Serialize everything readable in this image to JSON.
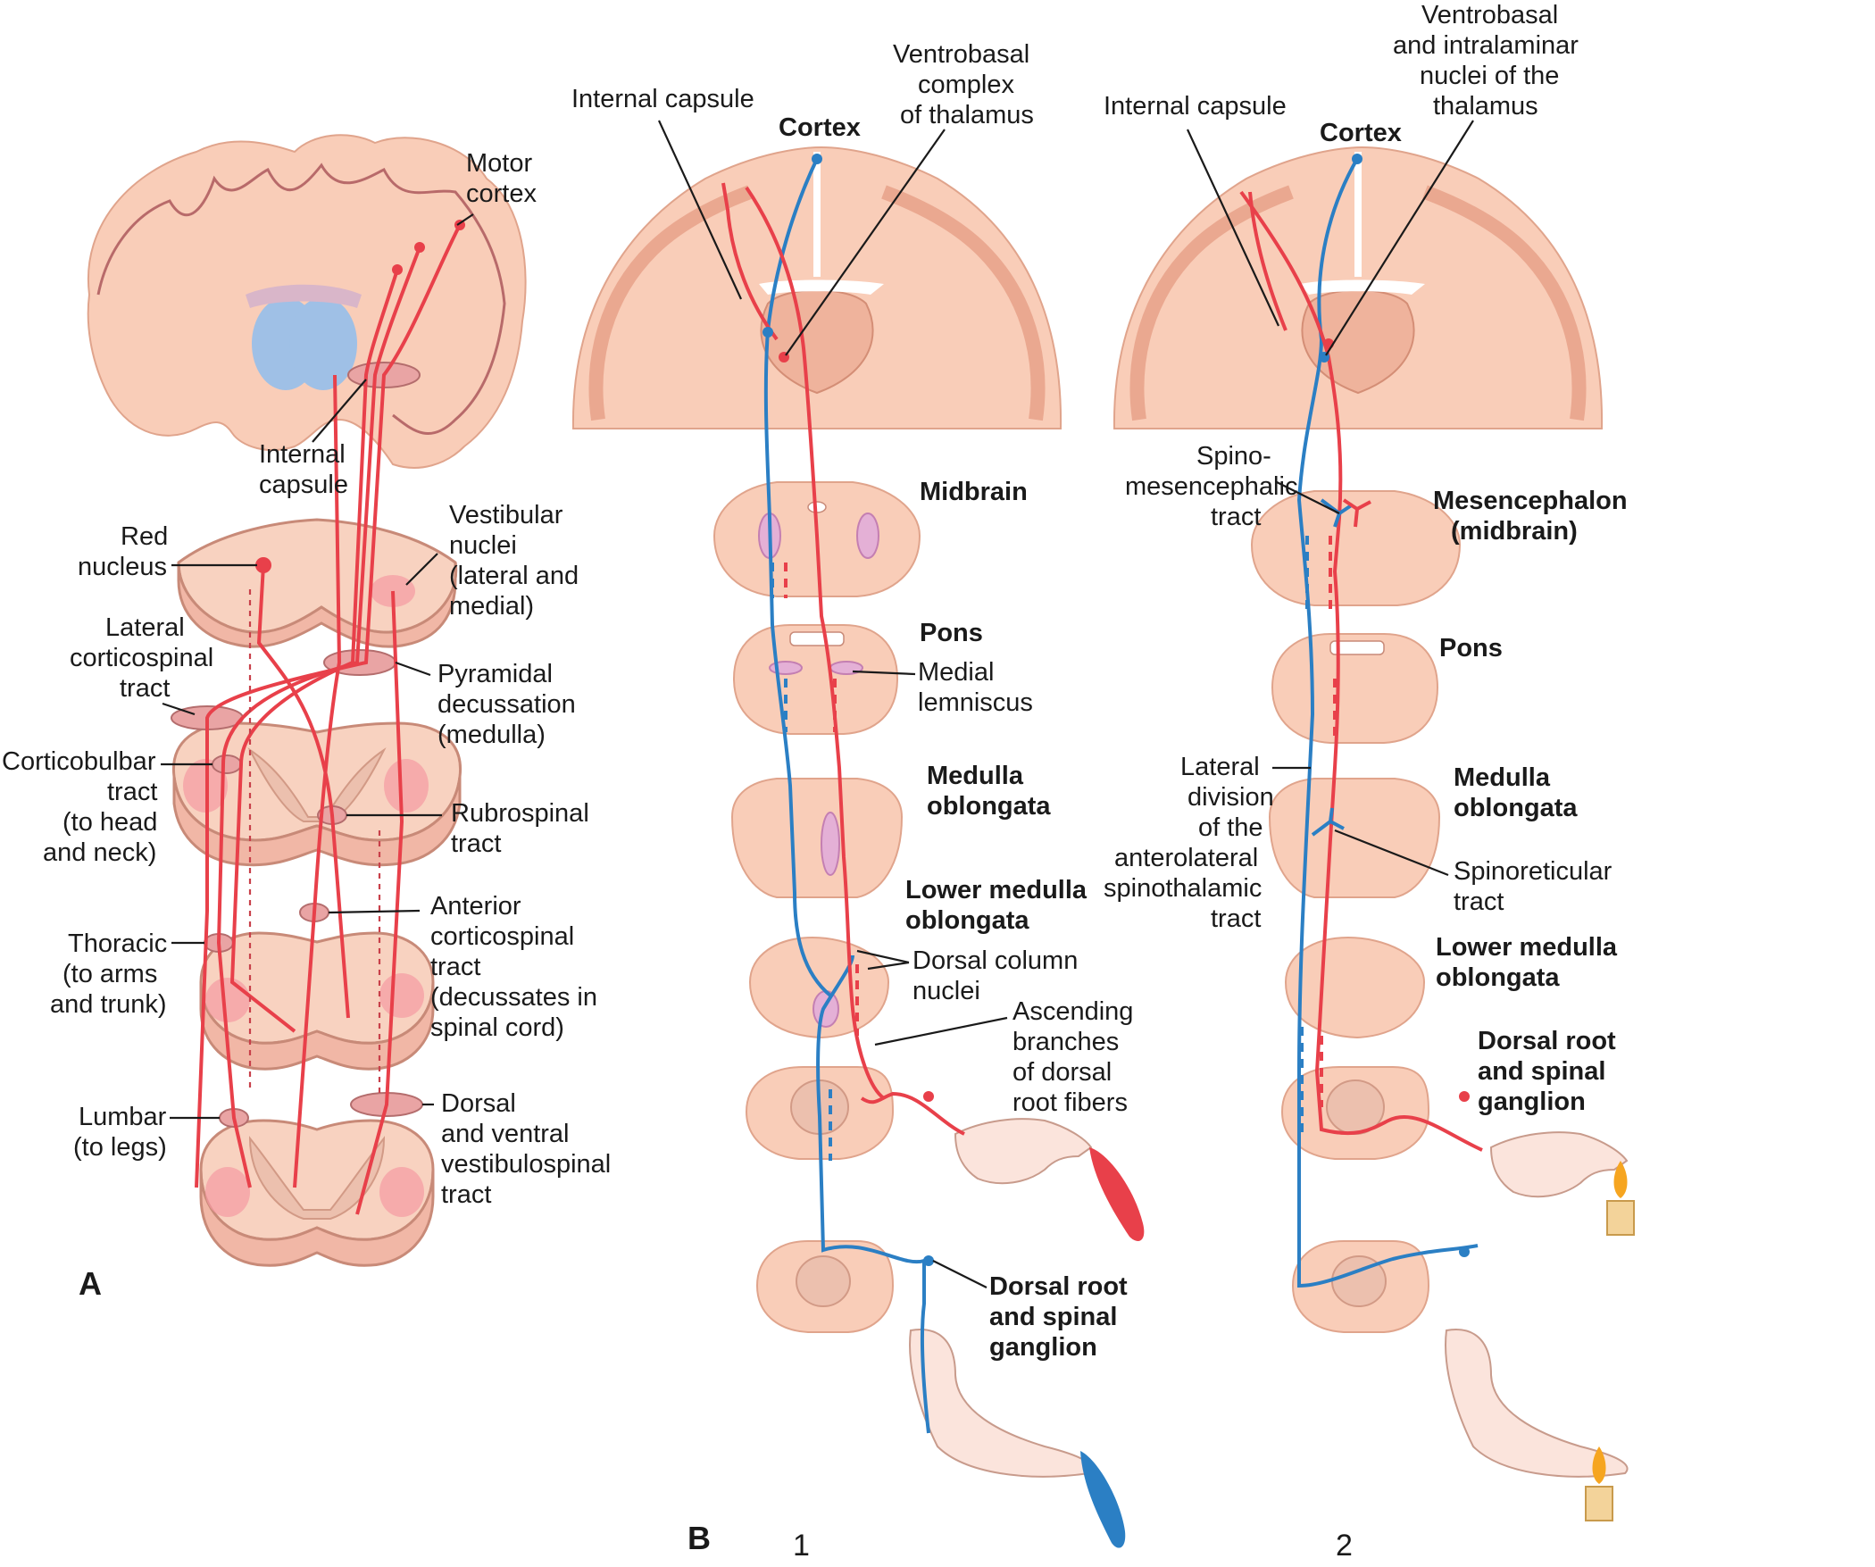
{
  "panel_a": {
    "panel_letter": "A",
    "labels": {
      "motor_cortex_1": "Motor",
      "motor_cortex_2": "cortex",
      "internal_capsule_1": "Internal",
      "internal_capsule_2": "capsule",
      "red_nucleus_1": "Red",
      "red_nucleus_2": "nucleus",
      "vestibular_1": "Vestibular",
      "vestibular_2": "nuclei",
      "vestibular_3": "(lateral and",
      "vestibular_4": "medial)",
      "lateral_cs_1": "Lateral",
      "lateral_cs_2": "corticospinal",
      "lateral_cs_3": "tract",
      "pyramidal_1": "Pyramidal",
      "pyramidal_2": "decussation",
      "pyramidal_3": "(medulla)",
      "corticobulbar_1": "Corticobulbar",
      "corticobulbar_2": "tract",
      "corticobulbar_3": "(to head",
      "corticobulbar_4": "and neck)",
      "rubrospinal_1": "Rubrospinal",
      "rubrospinal_2": "tract",
      "anterior_cs_1": "Anterior",
      "anterior_cs_2": "corticospinal",
      "anterior_cs_3": "tract",
      "anterior_cs_4": "(decussates in",
      "anterior_cs_5": "spinal cord)",
      "thoracic_1": "Thoracic",
      "thoracic_2": "(to arms",
      "thoracic_3": "and trunk)",
      "lumbar_1": "Lumbar",
      "lumbar_2": "(to legs)",
      "vestibulospinal_1": "Dorsal",
      "vestibulospinal_2": "and ventral",
      "vestibulospinal_3": "vestibulospinal",
      "vestibulospinal_4": "tract"
    }
  },
  "panel_b1": {
    "panel_letter": "B",
    "panel_number": "1",
    "labels": {
      "internal_capsule": "Internal capsule",
      "vb_complex_1": "Ventrobasal",
      "vb_complex_2": "complex",
      "vb_complex_3": "of thalamus",
      "cortex": "Cortex",
      "midbrain": "Midbrain",
      "pons": "Pons",
      "medial_lemniscus_1": "Medial",
      "medial_lemniscus_2": "lemniscus",
      "medulla_1": "Medulla",
      "medulla_2": "oblongata",
      "lower_medulla_1": "Lower medulla",
      "lower_medulla_2": "oblongata",
      "dorsal_column_1": "Dorsal column",
      "dorsal_column_2": "nuclei",
      "ascending_1": "Ascending",
      "ascending_2": "branches",
      "ascending_3": "of dorsal",
      "ascending_4": "root fibers",
      "drg_1": "Dorsal root",
      "drg_2": "and spinal",
      "drg_3": "ganglion"
    }
  },
  "panel_b2": {
    "panel_number": "2",
    "labels": {
      "vb_intralaminar_1": "Ventrobasal",
      "vb_intralaminar_2": "and intralaminar",
      "vb_intralaminar_3": "nuclei of the",
      "vb_intralaminar_4": "thalamus",
      "internal_capsule": "Internal capsule",
      "cortex": "Cortex",
      "spinomes_1": "Spino-",
      "spinomes_2": "mesencephalic",
      "spinomes_3": "tract",
      "mesencephalon_1": "Mesencephalon",
      "mesencephalon_2": "(midbrain)",
      "pons": "Pons",
      "lateral_div_1": "Lateral",
      "lateral_div_2": "division",
      "lateral_div_3": "of the",
      "lateral_div_4": "anterolateral",
      "lateral_div_5": "spinothalamic",
      "lateral_div_6": "tract",
      "medulla_1": "Medulla",
      "medulla_2": "oblongata",
      "spinoreticular_1": "Spinoreticular",
      "spinoreticular_2": "tract",
      "lower_medulla_1": "Lower medulla",
      "lower_medulla_2": "oblongata",
      "drg_1": "Dorsal root",
      "drg_2": "and spinal",
      "drg_3": "ganglion"
    }
  },
  "colors": {
    "motor_pathway": "#e8404a",
    "sensory_pathway": "#2b7fc4",
    "tissue": "#f9cdb8",
    "ventricles": "#9fc0e6"
  }
}
